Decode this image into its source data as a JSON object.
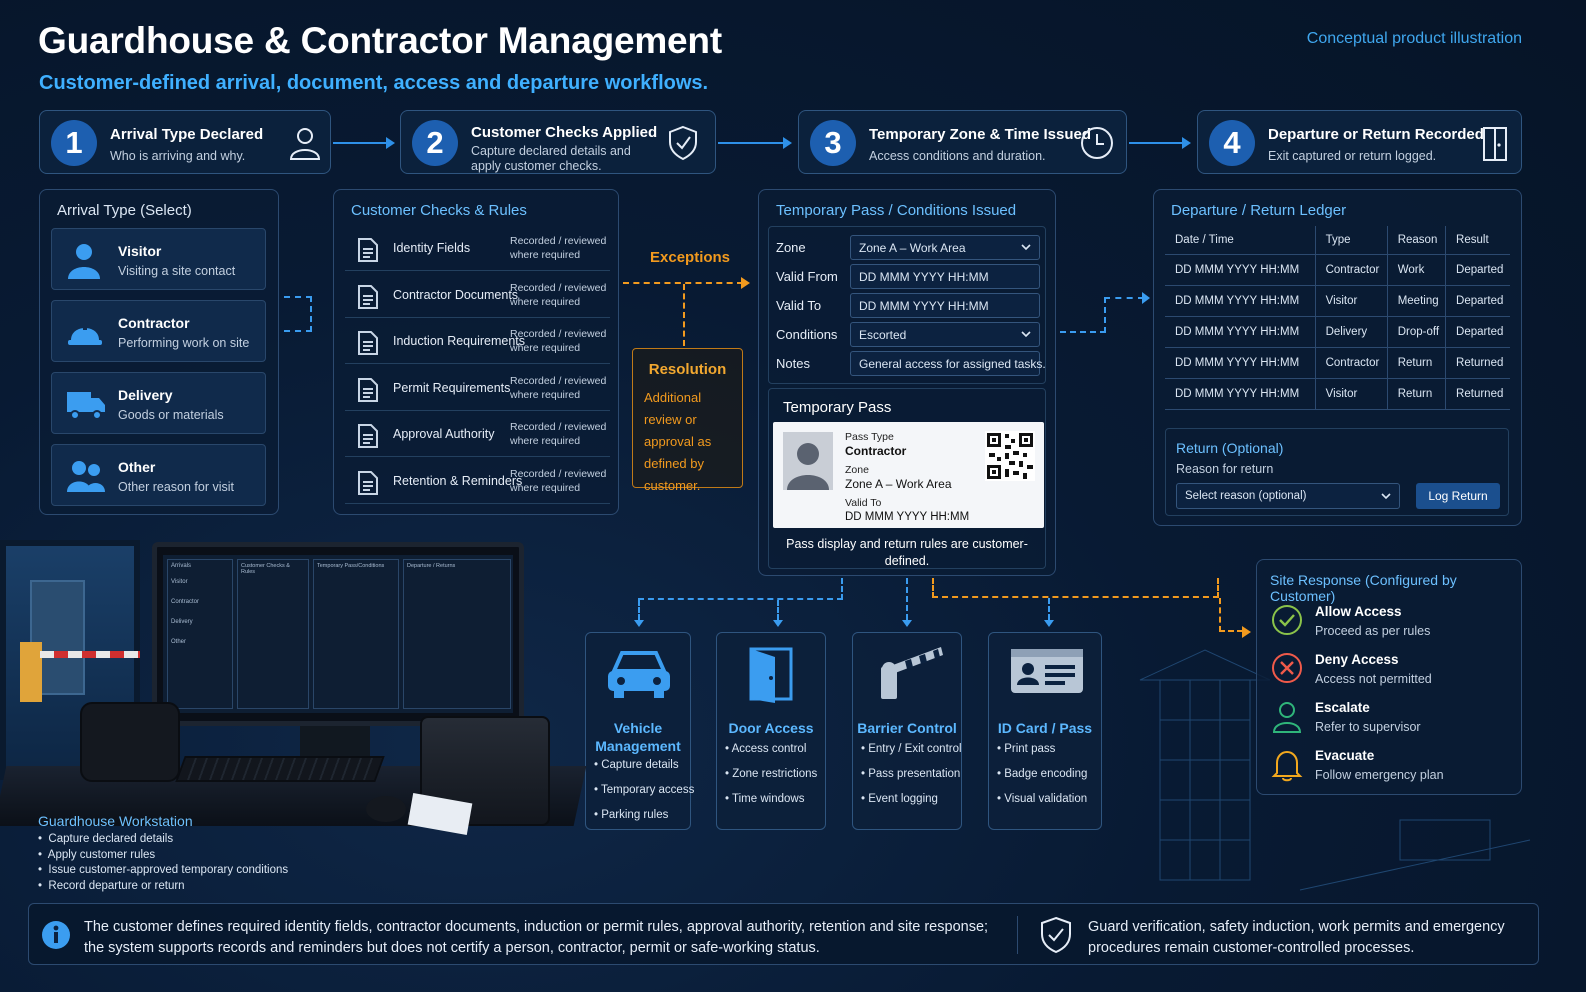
{
  "header": {
    "title": "Guardhouse & Contractor Management",
    "subtitle": "Customer-defined arrival, document, access and departure workflows.",
    "note": "Conceptual product illustration"
  },
  "steps": [
    {
      "number": "1",
      "title": "Arrival Type Declared",
      "desc": "Who is arriving and why.",
      "icon": "person-icon"
    },
    {
      "number": "2",
      "title": "Customer Checks Applied",
      "desc": "Capture declared details and apply customer checks.",
      "icon": "shield-check-icon"
    },
    {
      "number": "3",
      "title": "Temporary Zone & Time Issued",
      "desc": "Access conditions and duration.",
      "icon": "clock-icon"
    },
    {
      "number": "4",
      "title": "Departure or Return Recorded",
      "desc": "Exit captured or return logged.",
      "icon": "door-icon"
    }
  ],
  "arrival": {
    "title": "Arrival Type (Select)",
    "items": [
      {
        "title": "Visitor",
        "desc": "Visiting a site contact",
        "icon": "visitor-icon"
      },
      {
        "title": "Contractor",
        "desc": "Performing work on site",
        "icon": "hard-hat-icon"
      },
      {
        "title": "Delivery",
        "desc": "Goods or materials",
        "icon": "truck-icon"
      },
      {
        "title": "Other",
        "desc": "Other reason for visit",
        "icon": "group-icon"
      }
    ]
  },
  "checks": {
    "title": "Customer Checks & Rules",
    "items": [
      {
        "title": "Identity Fields",
        "status": "Recorded / reviewed where required"
      },
      {
        "title": "Contractor Documents",
        "status": "Recorded / reviewed where required"
      },
      {
        "title": "Induction Requirements",
        "status": "Recorded / reviewed where required"
      },
      {
        "title": "Permit Requirements",
        "status": "Recorded / reviewed where required"
      },
      {
        "title": "Approval Authority",
        "status": "Recorded / reviewed where required"
      },
      {
        "title": "Retention & Reminders",
        "status": "Recorded / reviewed where required"
      }
    ]
  },
  "exceptions": {
    "label": "Exceptions",
    "resolution_title": "Resolution",
    "resolution_text": "Additional review or approval as defined by customer."
  },
  "pass": {
    "title": "Temporary Pass / Conditions Issued",
    "fields": [
      {
        "label": "Zone",
        "value": "Zone A – Work Area",
        "dropdown": true
      },
      {
        "label": "Valid From",
        "value": "DD MMM YYYY    HH:MM",
        "dropdown": false
      },
      {
        "label": "Valid To",
        "value": "DD MMM YYYY    HH:MM",
        "dropdown": false
      },
      {
        "label": "Conditions",
        "value": "Escorted",
        "dropdown": true
      },
      {
        "label": "Notes",
        "value": "General access for assigned tasks.",
        "dropdown": false
      }
    ],
    "card_title": "Temporary Pass",
    "card": {
      "type_label": "Pass Type",
      "type_value": "Contractor",
      "zone_label": "Zone",
      "zone_value": "Zone A – Work Area",
      "valid_label": "Valid To",
      "valid_value": "DD MMM YYYY   HH:MM"
    },
    "footnote": "Pass display and return rules are customer-defined."
  },
  "ledger": {
    "title": "Departure / Return Ledger",
    "columns": [
      "Date / Time",
      "Type",
      "Reason",
      "Result"
    ],
    "rows": [
      [
        "DD MMM YYYY  HH:MM",
        "Contractor",
        "Work",
        "Departed"
      ],
      [
        "DD MMM YYYY  HH:MM",
        "Visitor",
        "Meeting",
        "Departed"
      ],
      [
        "DD MMM YYYY  HH:MM",
        "Delivery",
        "Drop-off",
        "Departed"
      ],
      [
        "DD MMM YYYY  HH:MM",
        "Contractor",
        "Return",
        "Returned"
      ],
      [
        "DD MMM YYYY  HH:MM",
        "Visitor",
        "Return",
        "Returned"
      ]
    ],
    "return_title": "Return (Optional)",
    "return_label": "Reason for return",
    "return_placeholder": "Select reason (optional)",
    "return_button": "Log Return"
  },
  "devices": [
    {
      "title": "Vehicle Management",
      "bullets": [
        "Capture details",
        "Temporary access",
        "Parking rules"
      ],
      "icon": "car-icon"
    },
    {
      "title": "Door Access",
      "bullets": [
        "Access control",
        "Zone restrictions",
        "Time windows"
      ],
      "icon": "door-access-icon"
    },
    {
      "title": "Barrier Control",
      "bullets": [
        "Entry / Exit control",
        "Pass presentation",
        "Event logging"
      ],
      "icon": "barrier-icon"
    },
    {
      "title": "ID Card / Pass",
      "bullets": [
        "Print pass",
        "Badge encoding",
        "Visual validation"
      ],
      "icon": "id-card-icon"
    }
  ],
  "response": {
    "title": "Site Response (Configured by Customer)",
    "items": [
      {
        "title": "Allow Access",
        "desc": "Proceed as per rules",
        "icon": "check-circle-icon",
        "color": "#8bc34a"
      },
      {
        "title": "Deny Access",
        "desc": "Access not permitted",
        "icon": "x-circle-icon",
        "color": "#f05a4a"
      },
      {
        "title": "Escalate",
        "desc": "Refer to supervisor",
        "icon": "supervisor-icon",
        "color": "#2fb57a"
      },
      {
        "title": "Evacuate",
        "desc": "Follow emergency plan",
        "icon": "bell-icon",
        "color": "#f2a81e"
      }
    ]
  },
  "workstation": {
    "title": "Guardhouse Workstation",
    "bullets": [
      "Capture declared details",
      "Apply customer rules",
      "Issue customer-approved temporary conditions",
      "Record departure or return"
    ],
    "screen_tabs": [
      "Arrivals",
      "Customer Checks & Rules",
      "Temporary Pass/Conditions",
      "Departure / Returns"
    ],
    "screen_list": [
      "Visitor",
      "Contractor",
      "Delivery",
      "Other"
    ]
  },
  "footer": {
    "left": "The customer defines required identity fields, contractor documents, induction or permit rules, approval authority, retention and site response; the system supports records and reminders but does not certify a person, contractor, permit or safe-working status.",
    "right": "Guard verification, safety induction, work permits and emergency procedures remain customer-controlled processes."
  },
  "colors": {
    "accent": "#3fb0ff",
    "orange": "#f29a1e",
    "panel_border": "#2c4a70"
  }
}
